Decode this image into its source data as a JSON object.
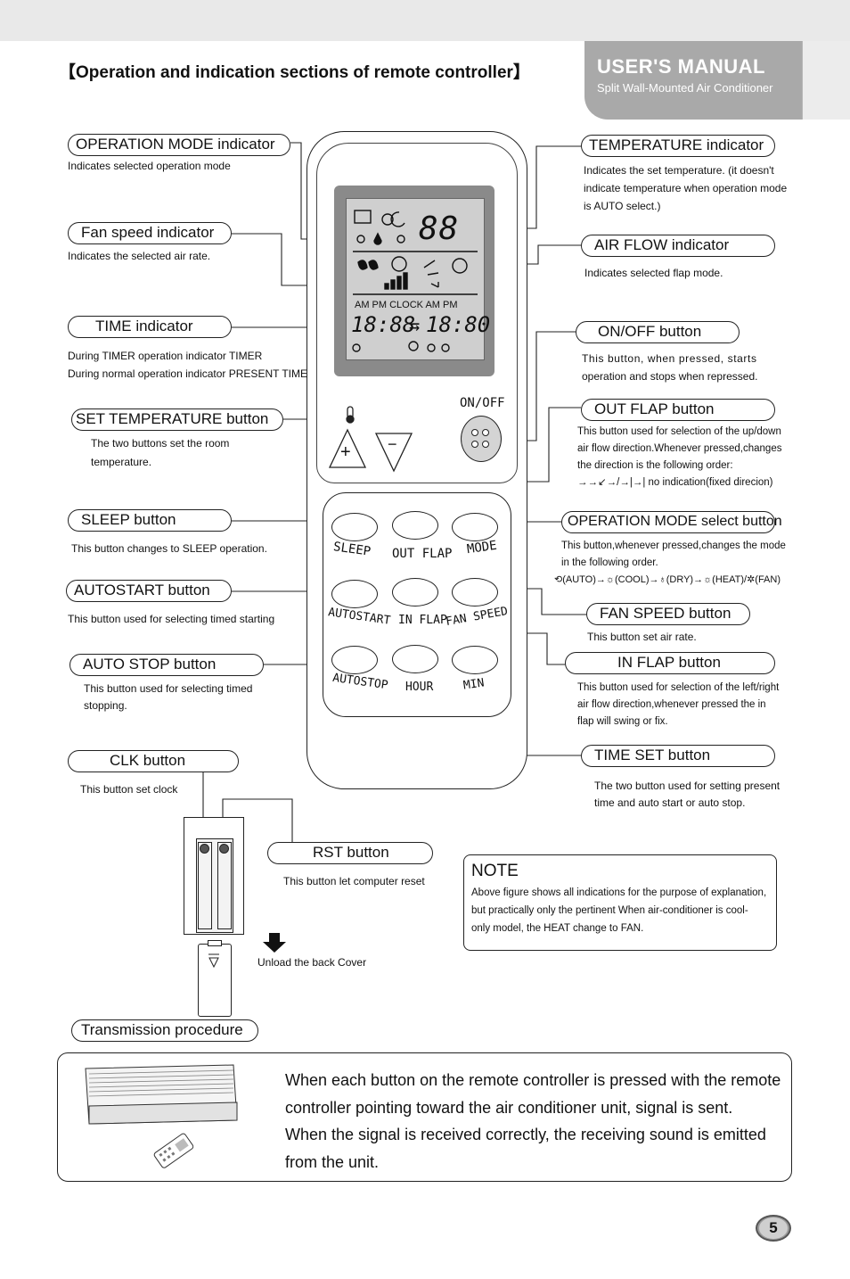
{
  "header": {
    "section_title": "【Operation and indication sections of  remote controller】",
    "manual_title": "USER'S MANUAL",
    "manual_subtitle": "Split Wall-Mounted Air Conditioner"
  },
  "left_labels": [
    {
      "title": "OPERATION MODE indicator",
      "desc": "Indicates selected operation mode"
    },
    {
      "title": "Fan speed indicator",
      "desc": "Indicates the selected air rate."
    },
    {
      "title": "TIME indicator",
      "desc1": "During TIMER operation    indicator TIMER",
      "desc2": "During normal operation   indicator PRESENT TIME"
    },
    {
      "title": "SET TEMPERATURE button",
      "desc1": "The  two  buttons  set  the  room",
      "desc2": "temperature."
    },
    {
      "title": "SLEEP button",
      "desc": "This button changes to SLEEP operation."
    },
    {
      "title": "AUTOSTART button",
      "desc": "This button used for selecting timed starting"
    },
    {
      "title": "AUTO STOP button",
      "desc1": "This  button  used  for  selecting  timed",
      "desc2": "stopping."
    },
    {
      "title": "CLK button",
      "desc": "This button set clock"
    }
  ],
  "right_labels": [
    {
      "title": "TEMPERATURE indicator",
      "desc1": "Indicates the set temperature. (it doesn't",
      "desc2": "indicate temperature when operation mode",
      "desc3": "is AUTO select.)"
    },
    {
      "title": "AIR FLOW indicator",
      "desc": "Indicates selected flap mode."
    },
    {
      "title": "ON/OFF button",
      "desc1": "This   button,  when   pressed,  starts",
      "desc2": "operation and stops when repressed."
    },
    {
      "title": "OUT FLAP button",
      "desc1": "This button used for selection of the up/down",
      "desc2": "air flow direction.Whenever pressed,changes",
      "desc3": "the direction is the following order:",
      "desc4": "→→↙→/→|→| no indication(fixed direcion)"
    },
    {
      "title": "OPERATION MODE select button",
      "desc1": "This button,whenever pressed,changes the mode",
      "desc2": "in the following order.",
      "desc3": "⟲(AUTO)→☼(COOL)→♁(DRY)→☼(HEAT)/✲(FAN)"
    },
    {
      "title": "FAN SPEED button",
      "desc": "This button set air rate."
    },
    {
      "title": "IN FLAP button",
      "desc1": "This button used for selection of the left/right",
      "desc2": "air flow direction,whenever pressed the in",
      "desc3": "flap will swing or fix."
    },
    {
      "title": "TIME SET button",
      "desc1": "The two button used for setting present",
      "desc2": "time and auto start or auto stop."
    }
  ],
  "rst": {
    "title": "RST button",
    "desc": "This button let computer reset"
  },
  "unload_label": "Unload the back Cover",
  "remote": {
    "lcd_temp": "88",
    "lcd_ampm_row": "AM  PM   CLOCK AM    PM",
    "lcd_time1": "18:88",
    "lcd_arrow": "⇆",
    "lcd_time2": "18:80",
    "onoff_label": "ON/OFF",
    "plus": "+",
    "minus": "−",
    "buttons": [
      "SLEEP",
      "OUT FLAP",
      "MODE",
      "AUTOSTART",
      "IN FLAP",
      "FAN SPEED",
      "AUTOSTOP",
      "HOUR",
      "MIN"
    ]
  },
  "note": {
    "title": "NOTE",
    "line1": "Above  figure shows all indications for the purpose of explanation,",
    "line2": "but practically only the pertinent    When air-conditioner is cool-",
    "line3": "only model, the HEAT change to FAN."
  },
  "transmission": {
    "title": "Transmission procedure",
    "line1": "When each button on the remote controller is pressed with the remote",
    "line2": "controller pointing toward the air conditioner unit, signal is sent.",
    "line3": "When the signal is received correctly, the receiving sound is emitted",
    "line4": "from the unit."
  },
  "page_number": "5"
}
